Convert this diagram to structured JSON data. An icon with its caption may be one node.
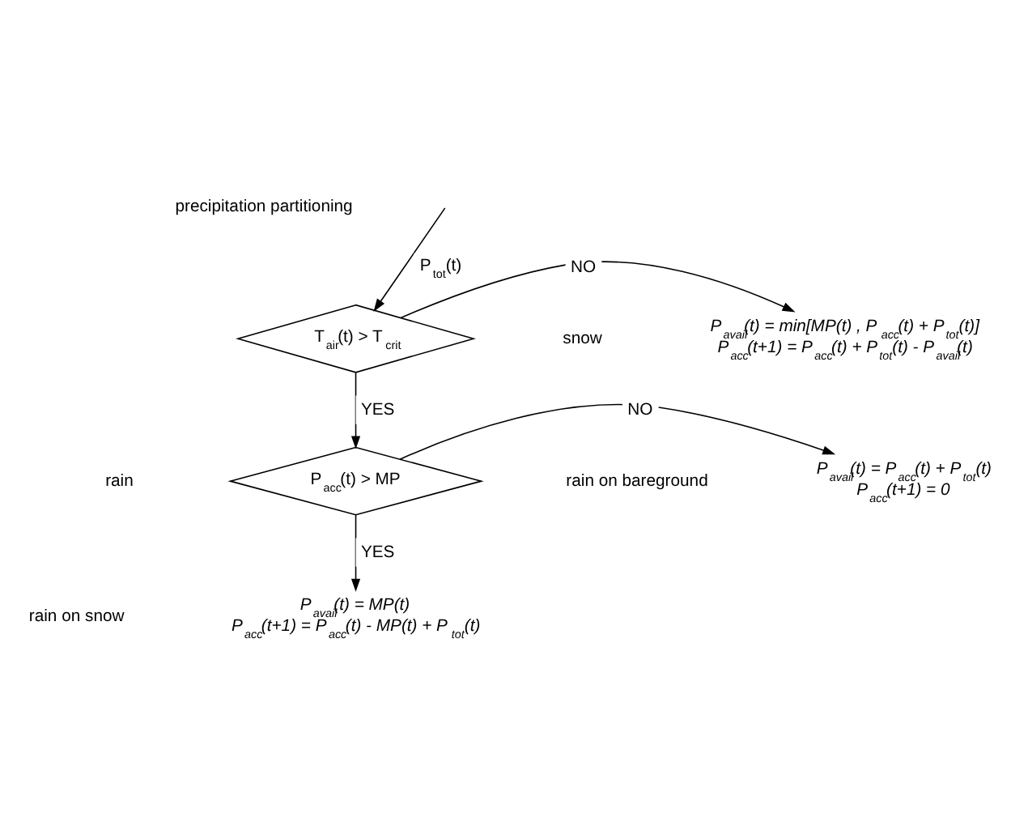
{
  "diagram": {
    "nodes": [
      {
        "text": [
          "T$_{air}$(t) > T$_{crit}$"
        ]
      },
      {
        "text": [
          "P$_{avail}$(t) = min[MP(t) , P$_{acc}$(t) + P$_{tot}$(t)]",
          "P$_{acc}$(t+1) = P$_{acc}$(t) + P$_{tot}$(t) - P$_{avail}$(t)"
        ]
      },
      {
        "text": [
          "P$_{acc}$(t) > MP"
        ]
      },
      {
        "text": [
          "P$_{avail}$(t) = P$_{acc}$(t) + P$_{tot}$(t)",
          "P$_{acc}$(t+1) = 0"
        ]
      },
      {
        "text": [
          "P$_{avail}$(t) = MP(t)",
          "P$_{acc}$(t+1) = P$_{acc}$(t) - MP(t) + P$_{tot}$(t)"
        ]
      }
    ],
    "edges": [
      {
        "from": null,
        "to": 0,
        "arrow": "to",
        "label": "P$_{tot}$(t)"
      },
      {
        "from": 0,
        "to": 1,
        "arrow": "to",
        "label": "NO"
      },
      {
        "from": 0,
        "to": 2,
        "arrow": "to",
        "label": "YES"
      },
      {
        "from": 2,
        "to": 3,
        "arrow": "to",
        "label": "NO"
      },
      {
        "from": 2,
        "to": 4,
        "arrow": "to",
        "label": "YES"
      }
    ],
    "labels": [
      "precipitation partitioning",
      "snow",
      "rain",
      "rain on bareground",
      "rain on snow"
    ]
  }
}
